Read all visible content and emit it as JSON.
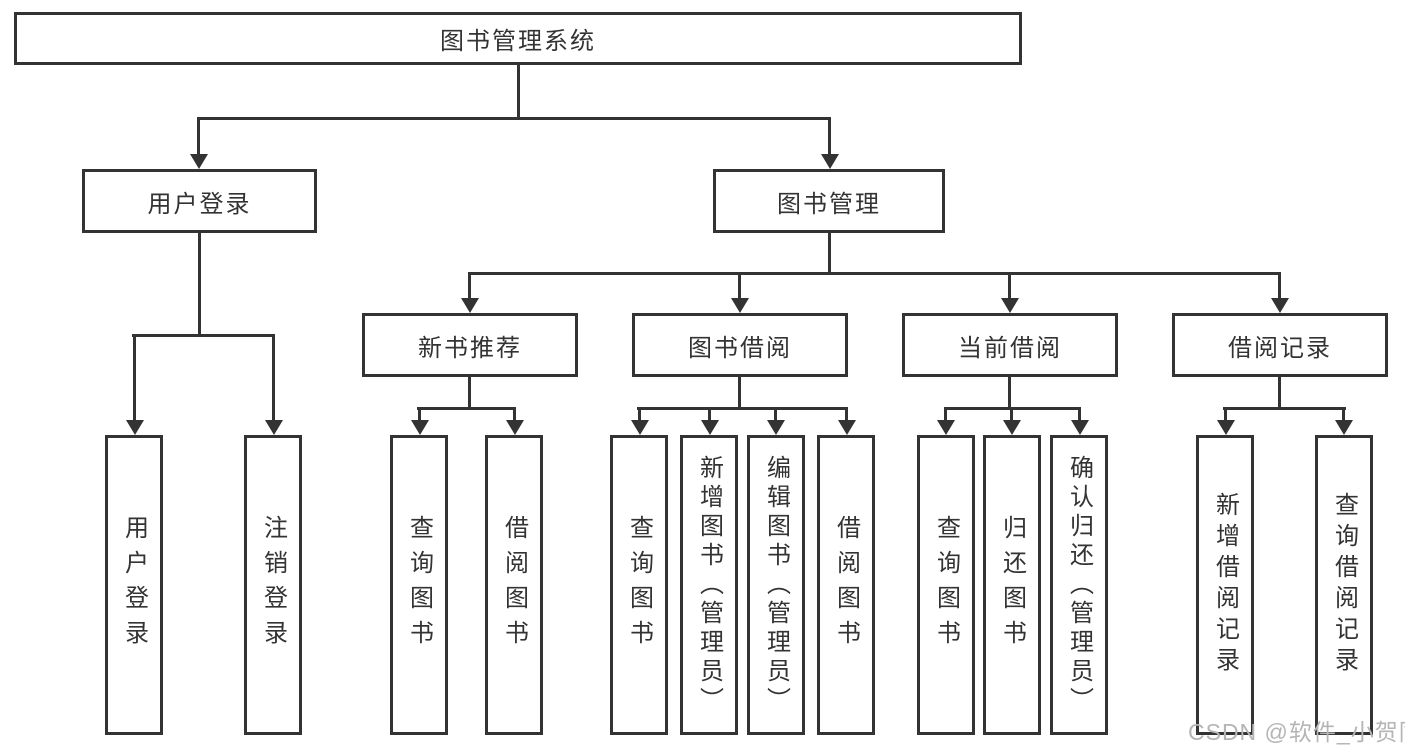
{
  "tree": {
    "root": "图书管理系统",
    "level2": [
      {
        "label": "用户登录"
      },
      {
        "label": "图书管理"
      }
    ],
    "level3": [
      {
        "label": "新书推荐"
      },
      {
        "label": "图书借阅"
      },
      {
        "label": "当前借阅"
      },
      {
        "label": "借阅记录"
      }
    ],
    "leaves": {
      "user_login": [
        {
          "label": "用户登录"
        },
        {
          "label": "注销登录"
        }
      ],
      "new_book": [
        {
          "label": "查询图书"
        },
        {
          "label": "借阅图书"
        }
      ],
      "book_borrow": [
        {
          "label": "查询图书"
        },
        {
          "label": "新增图书（管理员）"
        },
        {
          "label": "编辑图书（管理员）"
        },
        {
          "label": "借阅图书"
        }
      ],
      "current_borrow": [
        {
          "label": "查询图书"
        },
        {
          "label": "归还图书"
        },
        {
          "label": "确认归还（管理员）"
        }
      ],
      "borrow_records": [
        {
          "label": "新增借阅记录"
        },
        {
          "label": "查询借阅记录"
        }
      ]
    }
  },
  "watermark": "CSDN @软件_小贺同学",
  "colors": {
    "line": "#333333",
    "text": "#333333",
    "background": "#ffffff",
    "watermark": "#b5b5b5"
  }
}
